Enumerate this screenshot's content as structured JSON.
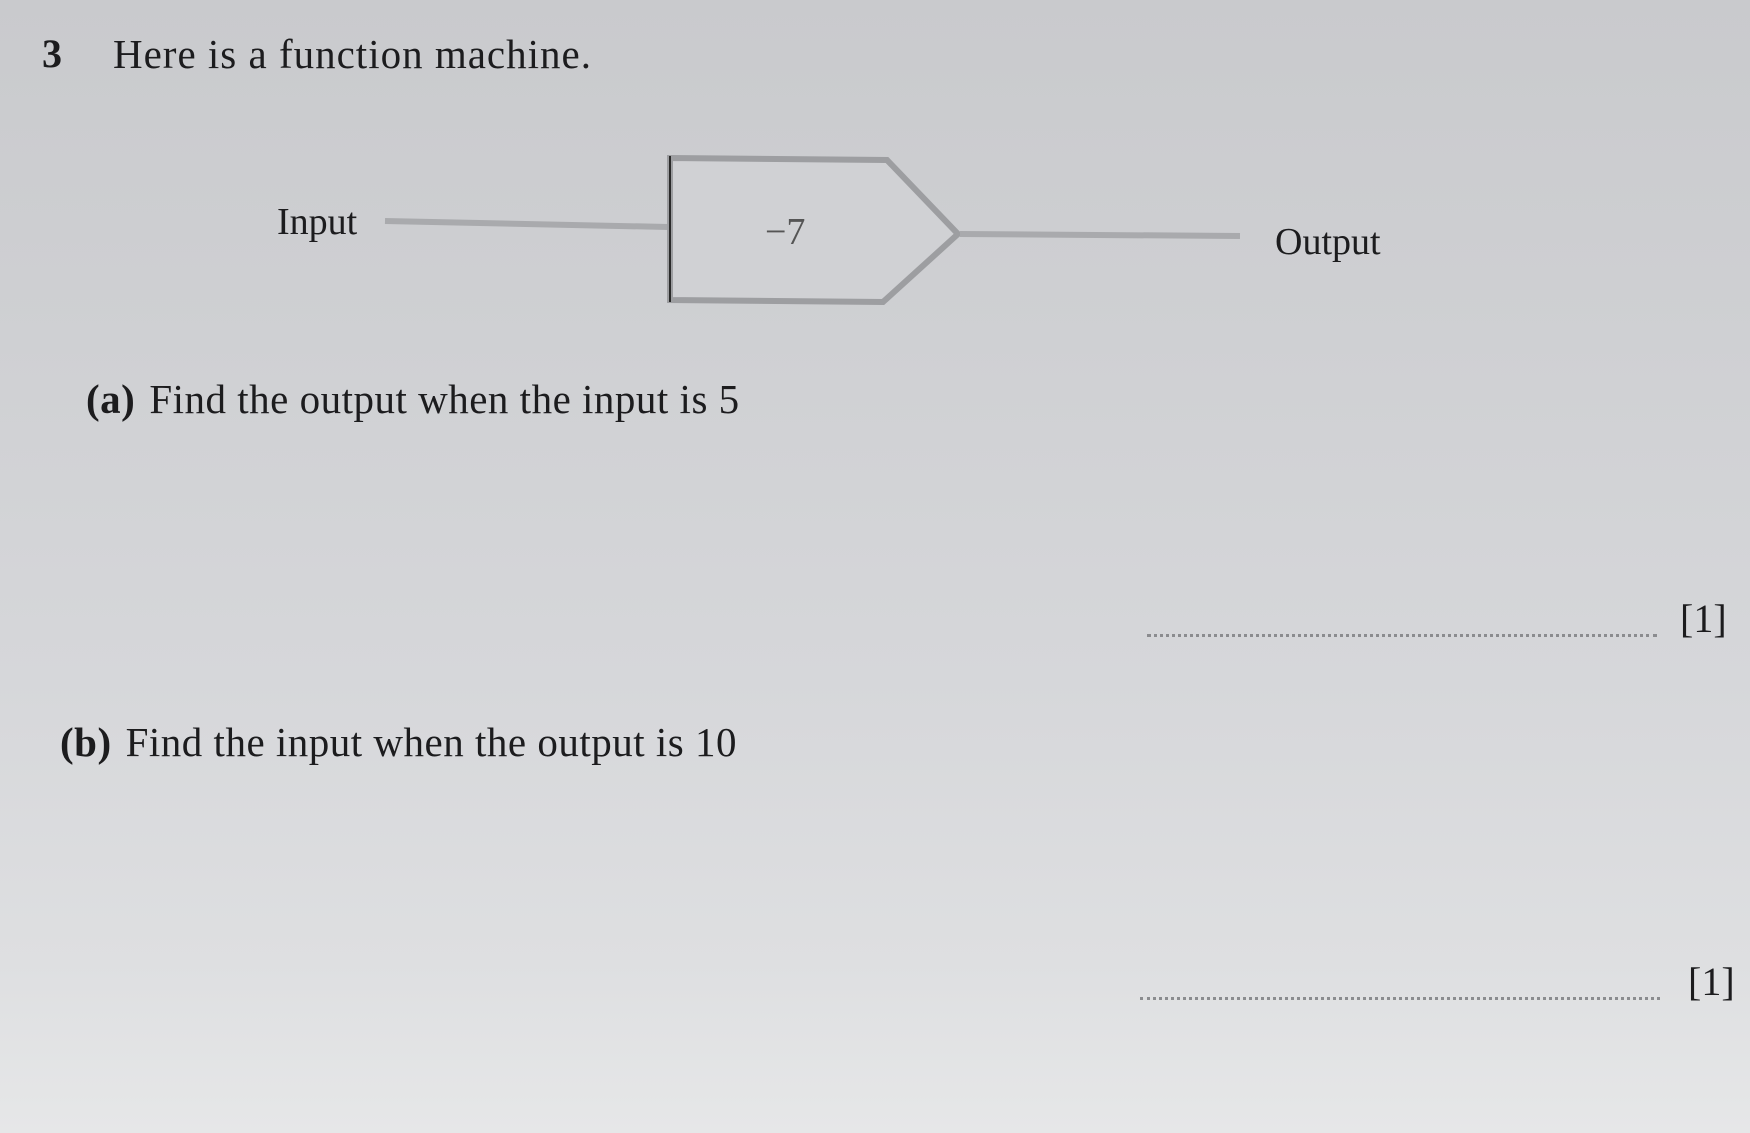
{
  "question": {
    "number": "3",
    "stem": "Here is a function machine."
  },
  "function_machine": {
    "input_label": "Input",
    "operation": "−7",
    "output_label": "Output"
  },
  "parts": [
    {
      "tag": "(a)",
      "text": "Find the output when the input is 5",
      "answer_value": "",
      "marks": "[1]"
    },
    {
      "tag": "(b)",
      "text": "Find the input when the output is 10",
      "answer_value": "",
      "marks": "[1]"
    }
  ]
}
